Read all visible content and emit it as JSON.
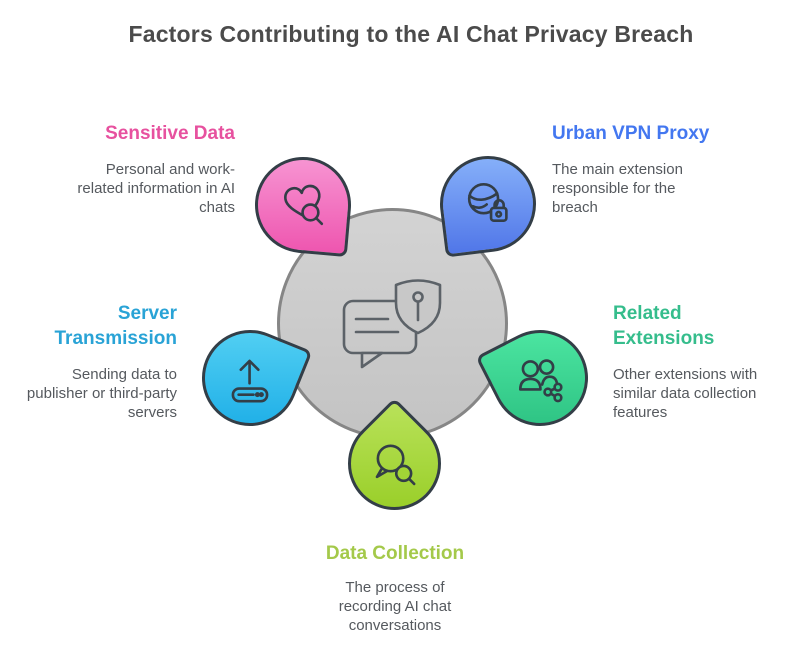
{
  "title": "Factors Contributing to the AI Chat Privacy Breach",
  "center": {
    "icon": "chat-shield-icon",
    "circle_color": "#cbcbcb"
  },
  "factors": [
    {
      "id": "sensitive-data",
      "position": "top-left",
      "heading": "Sensitive Data",
      "description": "Personal and work-\nrelated information in AI\nchats",
      "accent_color": "#e7519f",
      "petal_gradient": [
        "#f796d3",
        "#ee55af"
      ],
      "icon": "heart-magnifier-icon"
    },
    {
      "id": "urban-vpn-proxy",
      "position": "top-right",
      "heading": "Urban VPN Proxy",
      "description": "The main extension\nresponsible for the\nbreach",
      "accent_color": "#4377f0",
      "petal_gradient": [
        "#88b2fa",
        "#5076e8"
      ],
      "icon": "globe-lock-icon"
    },
    {
      "id": "server-transmission",
      "position": "middle-left",
      "heading": "Server\nTransmission",
      "description": "Sending data to\npublisher or third-party\nservers",
      "accent_color": "#29a3d6",
      "petal_gradient": [
        "#58d3f4",
        "#1aace6"
      ],
      "icon": "upload-router-icon"
    },
    {
      "id": "related-extensions",
      "position": "middle-right",
      "heading": "Related\nExtensions",
      "description": "Other extensions with\nsimilar data collection\nfeatures",
      "accent_color": "#35bd8c",
      "petal_gradient": [
        "#50eaa5",
        "#2abf80"
      ],
      "icon": "people-share-icon"
    },
    {
      "id": "data-collection",
      "position": "bottom",
      "heading": "Data Collection",
      "description": "The process of\nrecording AI chat\nconversations",
      "accent_color": "#a4c94a",
      "petal_gradient": [
        "#b9e25a",
        "#95cc22"
      ],
      "icon": "chat-search-icon"
    }
  ]
}
